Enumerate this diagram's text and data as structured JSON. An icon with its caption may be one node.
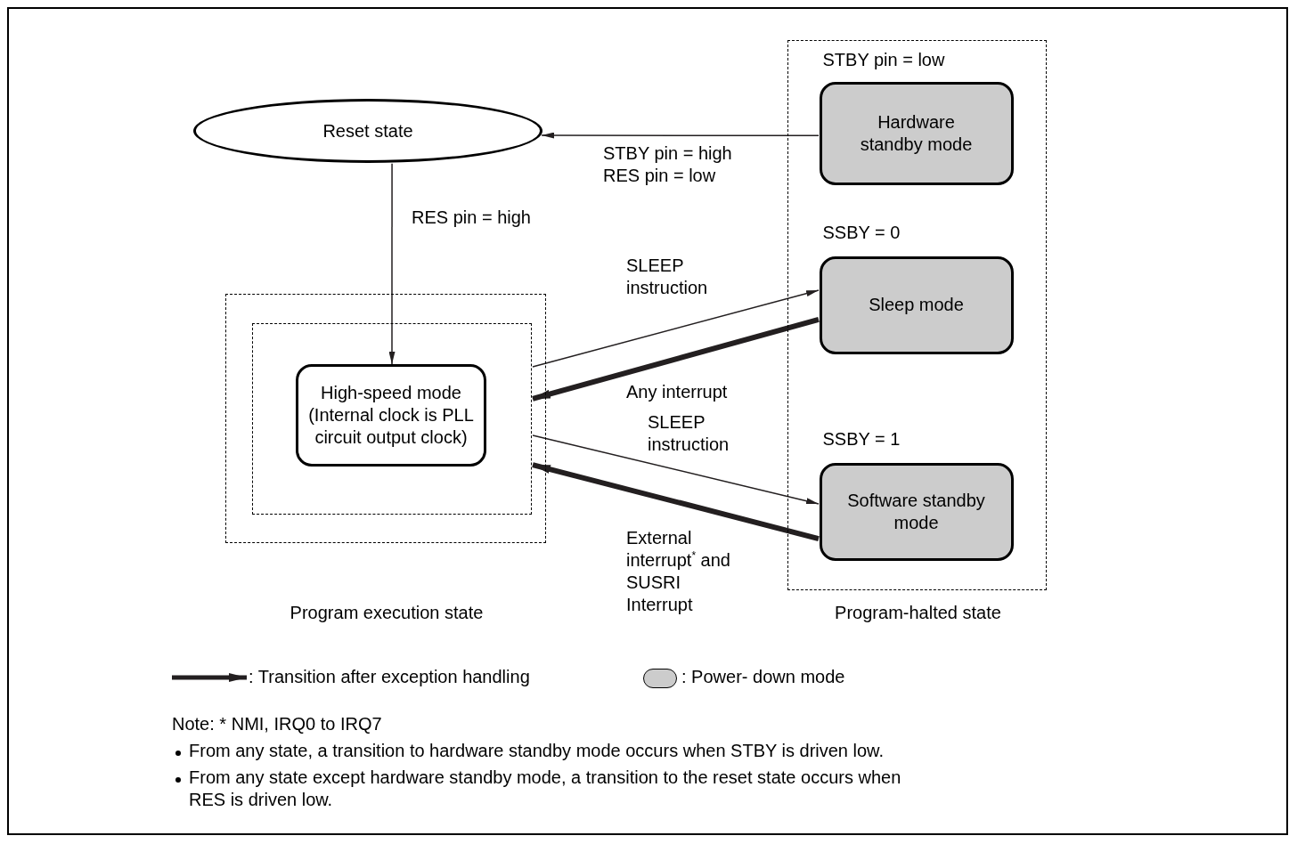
{
  "diagram": {
    "nodes": [
      {
        "text": [
          "Program execution state"
        ]
      },
      {
        "text": [],
        "shape": "box",
        "in": 0
      },
      {
        "text": [
          "High-speed mode (Internal clock is PLL circuit output clock)"
        ],
        "in": 1
      },
      {
        "text": [
          "Reset state"
        ]
      },
      {
        "text": [
          "Program-halted state"
        ]
      },
      {
        "text": [
          "Hardware standby mode"
        ],
        "beside": [
          "STBY pin = low"
        ],
        "in": 4
      },
      {
        "text": [
          "Sleep mode"
        ],
        "beside": [
          "SSBY = 0"
        ],
        "in": 4
      },
      {
        "text": [
          "Software standby mode"
        ],
        "beside": [
          "SSBY = 1"
        ],
        "in": 4
      }
    ],
    "edges": [
      {
        "from": 5,
        "to": 3,
        "arrow": "to",
        "label": "STBY pin = high RES pin = low"
      },
      {
        "from": 3,
        "to": 2,
        "arrow": "to",
        "label": "RES pin = high"
      },
      {
        "from": 1,
        "to": 6,
        "arrow": "to",
        "label": "SLEEP instruction"
      },
      {
        "from": 6,
        "to": 1,
        "arrow": "to",
        "label": "Any interrupt",
        "style": "thick"
      },
      {
        "from": 1,
        "to": 7,
        "arrow": "to",
        "label": "SLEEP instruction"
      },
      {
        "from": 7,
        "to": 1,
        "arrow": "to",
        "label": "External interrupt$^{*}$ and SUSRI Interrupt",
        "style": "thick"
      }
    ],
    "labels": [
      "Note:  * NMI, IRQ0 to IRQ7",
      "From any state, a transition to hardware standby mode occurs when STBY is driven low.",
      "From any state except hardware standby mode, a transition to the reset state occurs when RES is driven low."
    ],
    "legend": [
      {
        "text": ": Transition after exception handling"
      },
      {
        "text": ": Power- down mode",
        "color": "#cccccc"
      }
    ]
  }
}
